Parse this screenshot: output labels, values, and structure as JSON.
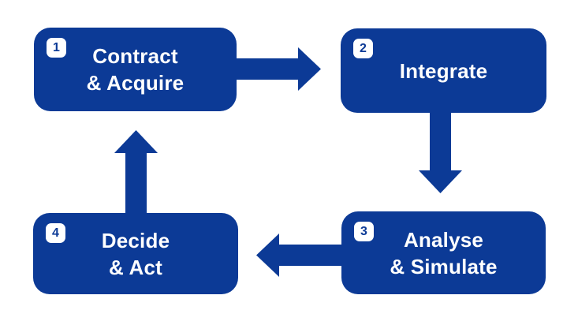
{
  "diagram": {
    "type": "cycle-flow",
    "colors": {
      "primary": "#0C3A96",
      "box_text": "#FFFFFF",
      "background": "#FFFFFF"
    },
    "steps": [
      {
        "number": "1",
        "label": "Contract\n& Acquire"
      },
      {
        "number": "2",
        "label": "Integrate"
      },
      {
        "number": "3",
        "label": "Analyse\n& Simulate"
      },
      {
        "number": "4",
        "label": "Decide\n& Act"
      }
    ],
    "arrows": [
      {
        "from": "1",
        "to": "2",
        "direction": "right"
      },
      {
        "from": "2",
        "to": "3",
        "direction": "down"
      },
      {
        "from": "3",
        "to": "4",
        "direction": "left"
      },
      {
        "from": "4",
        "to": "1",
        "direction": "up"
      }
    ]
  }
}
